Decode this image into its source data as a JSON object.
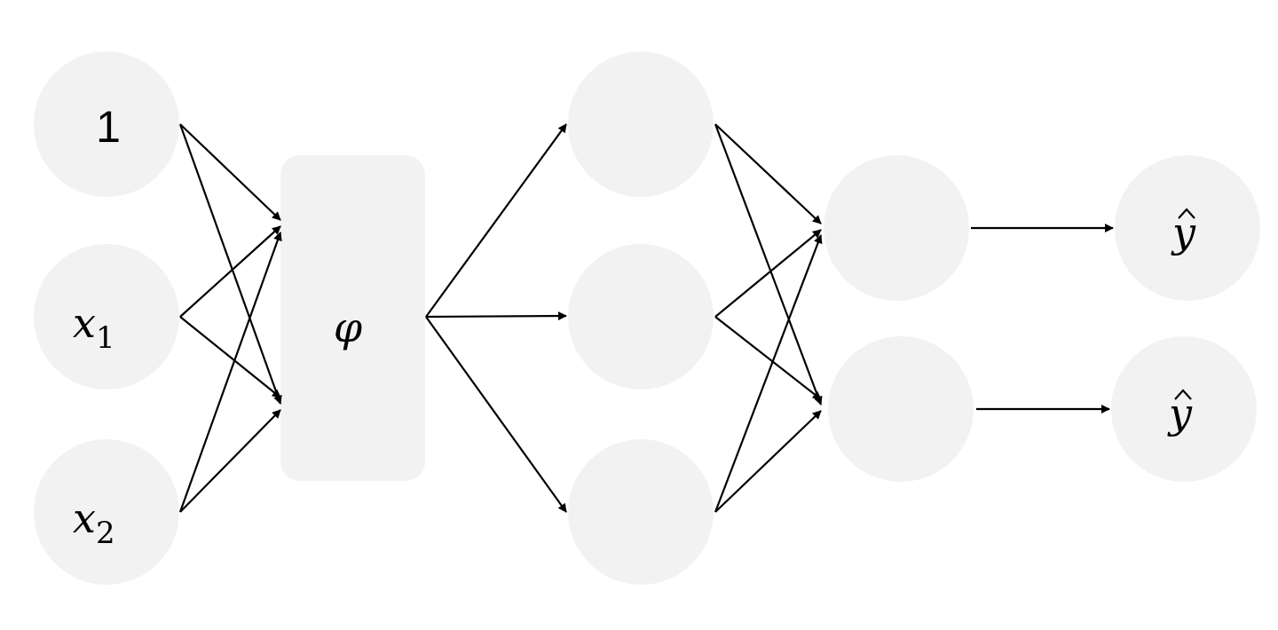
{
  "diagram": {
    "inputs": {
      "bias": "1",
      "x1": {
        "base": "x",
        "sub": "1"
      },
      "x2": {
        "base": "x",
        "sub": "2"
      }
    },
    "transform": {
      "symbol": "φ"
    },
    "outputs": {
      "y1": {
        "base": "y"
      },
      "y2": {
        "base": "y"
      }
    }
  }
}
